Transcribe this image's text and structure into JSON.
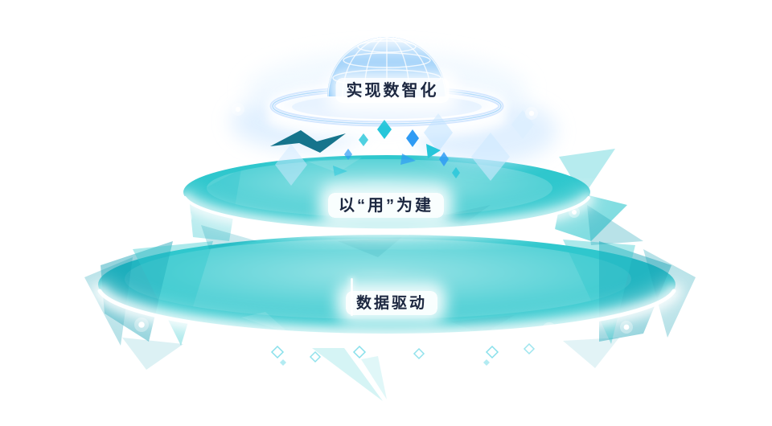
{
  "diagram": {
    "tiers": [
      {
        "id": "top",
        "label": "实现数智化"
      },
      {
        "id": "middle",
        "label": "以“用”为建"
      },
      {
        "id": "bottom",
        "label": "数据驱动"
      }
    ]
  },
  "colors": {
    "dome_blue": "#2f9bf4",
    "tier_teal": "#2fc7cd",
    "tier_teal_dark": "#149fb4",
    "accent_teal": "#26c6da",
    "label_text": "#1c2740",
    "glow_white": "#ffffff"
  }
}
